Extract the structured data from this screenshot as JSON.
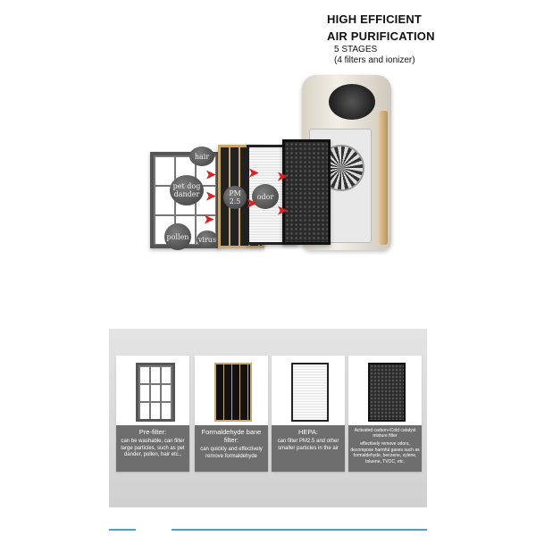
{
  "header": {
    "title_line1": "HIGH EFFICIENT",
    "title_line2": "AIR PURIFICATION",
    "subtitle_line1": "5 STAGES",
    "subtitle_line2": "(4 filters and ionizer)"
  },
  "hero": {
    "pollutants": [
      "hair",
      "pet dog dander",
      "PM 2.5",
      "odor",
      "pollen",
      "virus"
    ]
  },
  "filters": [
    {
      "title": "Pre-filter:",
      "description": "can be washable, can filter large particles, such as pet dander, pollen, hair etc.,",
      "icon": "pre-filter-image"
    },
    {
      "title": "Formaldehyde bane filter:",
      "description": "can quickly and effectively remove formaldehyde",
      "icon": "formaldehyde-filter-image"
    },
    {
      "title": "HEPA:",
      "description": "can filter PM2.5 and other smaller particles in the air",
      "icon": "hepa-filter-image"
    },
    {
      "title": "Activated carbon+Cold catalyst mixture filter",
      "description": "effectively remove odors, decompose harmful gases such as formaldehyde, benzene, xylene, toluene, TVOC, etc.",
      "icon": "carbon-filter-image"
    }
  ],
  "colors": {
    "arrow": "#e02020",
    "caption_bg": "#6e6e6e",
    "accent_line": "#3aa6e0"
  }
}
